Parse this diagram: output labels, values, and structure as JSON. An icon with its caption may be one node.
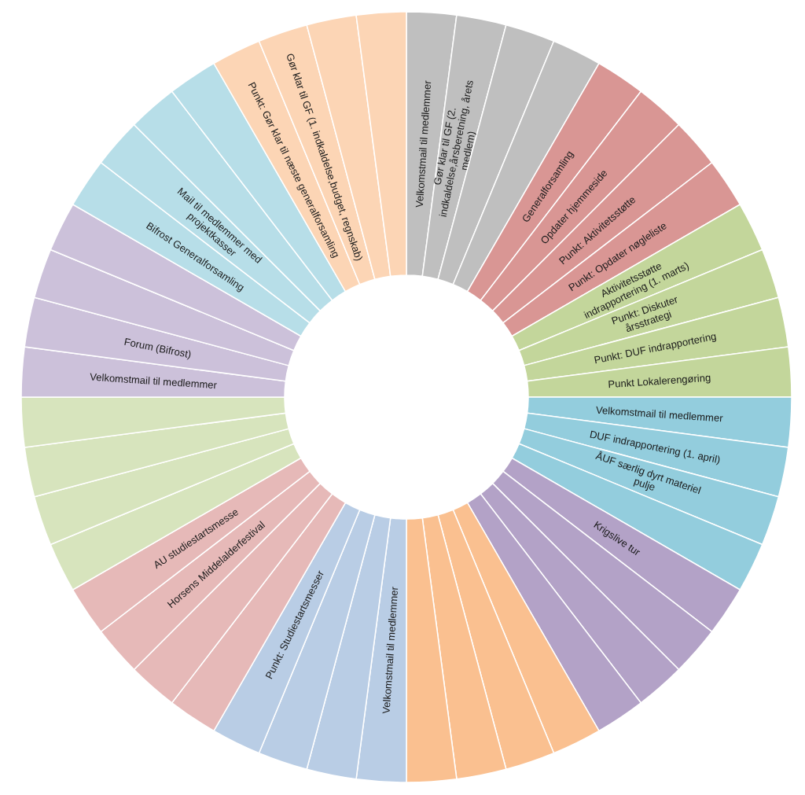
{
  "diagram": {
    "nodes": [
      {
        "text": [
          "Velkomstmail til medlemmer"
        ]
      },
      {
        "text": [
          "Gør klar til GF (2. indkaldelse,årsberetning, årets medlem)"
        ]
      },
      {
        "text": [],
        "shape": "wedge"
      },
      {
        "text": [],
        "shape": "wedge"
      },
      {
        "text": [
          "Generalforsamling"
        ]
      },
      {
        "text": [
          "Opdater hjemmeside"
        ]
      },
      {
        "text": [
          "Punkt: Aktivitetsstøtte"
        ]
      },
      {
        "text": [
          "Punkt: Opdater nøgleliste"
        ]
      },
      {
        "text": [
          "Aktivitetsstøtte indrapportering (1. marts)"
        ]
      },
      {
        "text": [
          "Punkt: Diskuter årsstrategi"
        ]
      },
      {
        "text": [
          "Punkt: DUF indrapportering"
        ]
      },
      {
        "text": [
          "Punkt Lokalerengøring"
        ]
      },
      {
        "text": [
          "Velkomstmail til medlemmer"
        ]
      },
      {
        "text": [
          "DUF indrapportering (1. april)"
        ]
      },
      {
        "text": [
          "ÅUF særlig dyrt materiel pulje"
        ]
      },
      {
        "text": [],
        "shape": "wedge"
      },
      {
        "text": [
          "Krigslive tur"
        ]
      },
      {
        "text": [],
        "shape": "wedge"
      },
      {
        "text": [],
        "shape": "wedge"
      },
      {
        "text": [],
        "shape": "wedge"
      },
      {
        "text": [],
        "shape": "wedge"
      },
      {
        "text": [],
        "shape": "wedge"
      },
      {
        "text": [],
        "shape": "wedge"
      },
      {
        "text": [],
        "shape": "wedge"
      },
      {
        "text": [
          "Velkomstmail til medlemmer"
        ]
      },
      {
        "text": [],
        "shape": "wedge"
      },
      {
        "text": [],
        "shape": "wedge"
      },
      {
        "text": [
          "Punkt: Studiestartsmesser"
        ]
      },
      {
        "text": [],
        "shape": "wedge"
      },
      {
        "text": [],
        "shape": "wedge"
      },
      {
        "text": [
          "Horsens Middelalderfestival"
        ]
      },
      {
        "text": [
          "AU studiestartsmesse"
        ]
      },
      {
        "text": [],
        "shape": "wedge"
      },
      {
        "text": [],
        "shape": "wedge"
      },
      {
        "text": [],
        "shape": "wedge"
      },
      {
        "text": [],
        "shape": "wedge"
      },
      {
        "text": [
          "Velkomstmail til medlemmer"
        ]
      },
      {
        "text": [
          "Forum (Bifrost)"
        ]
      },
      {
        "text": [],
        "shape": "wedge"
      },
      {
        "text": [],
        "shape": "wedge"
      },
      {
        "text": [
          "Bifrost Generalforsamling"
        ]
      },
      {
        "text": [
          "Mail til medlemmer med projektkasser"
        ]
      },
      {
        "text": [],
        "shape": "wedge"
      },
      {
        "text": [],
        "shape": "wedge"
      },
      {
        "text": [
          "Punkt: Gør klar til næste generalforsamling"
        ]
      },
      {
        "text": [
          "Gør klar til GF (1. indkaldelse,budget, regnskab)"
        ]
      },
      {
        "text": [],
        "shape": "wedge"
      },
      {
        "text": [],
        "shape": "wedge"
      }
    ]
  }
}
